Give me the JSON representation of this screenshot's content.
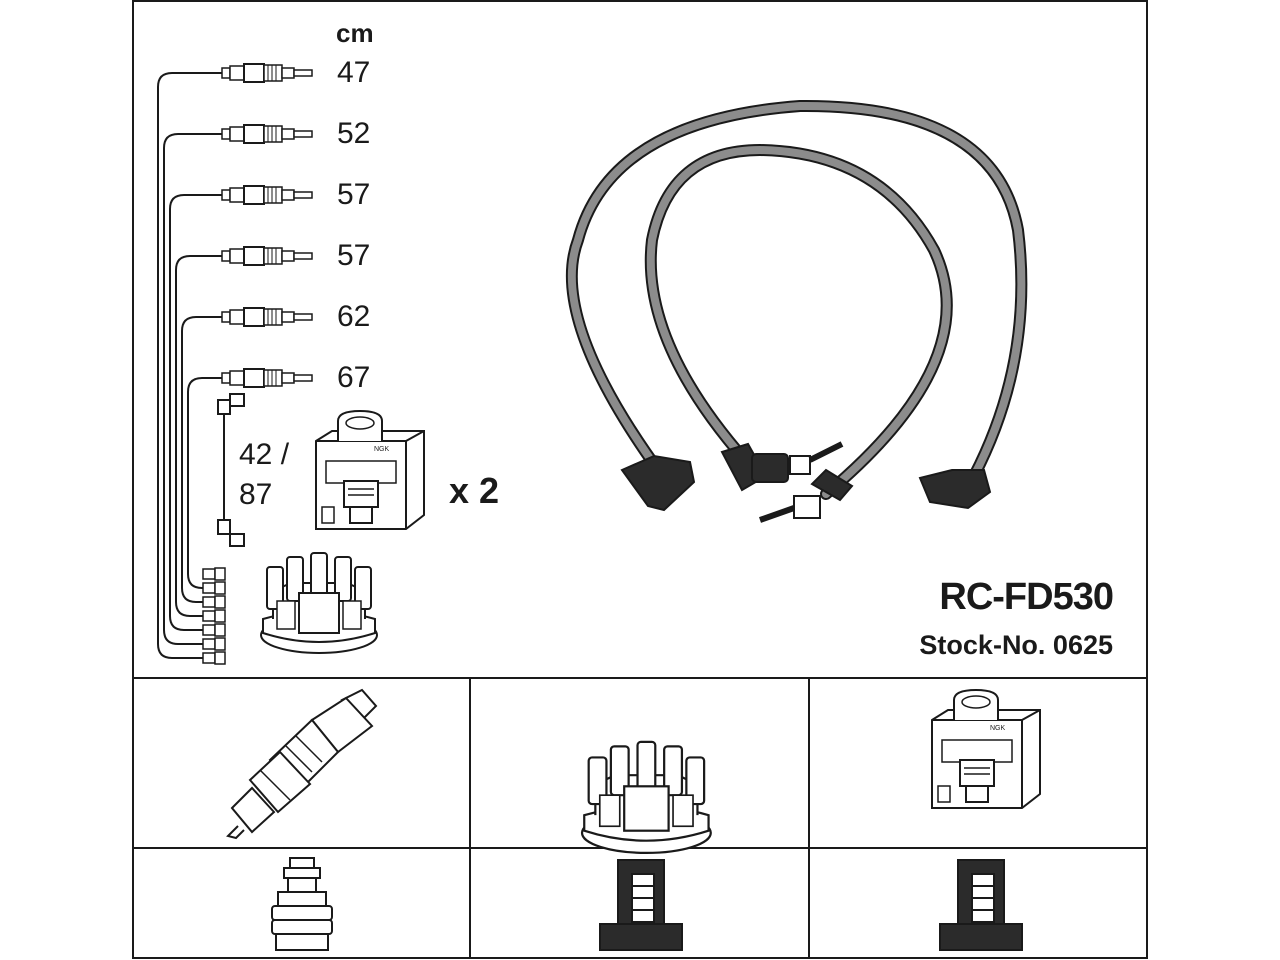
{
  "unit_label": "cm",
  "lead_lengths": [
    "47",
    "52",
    "57",
    "57",
    "62",
    "67"
  ],
  "coil_lead_length": {
    "line1": "42 /",
    "line2": "87"
  },
  "coil_quantity": "x 2",
  "product": {
    "code": "RC-FD530",
    "stock_number": "Stock-No. 0625"
  },
  "colors": {
    "line": "#1a1a1a",
    "cable_fill": "#8c8c8c",
    "background": "#ffffff"
  }
}
